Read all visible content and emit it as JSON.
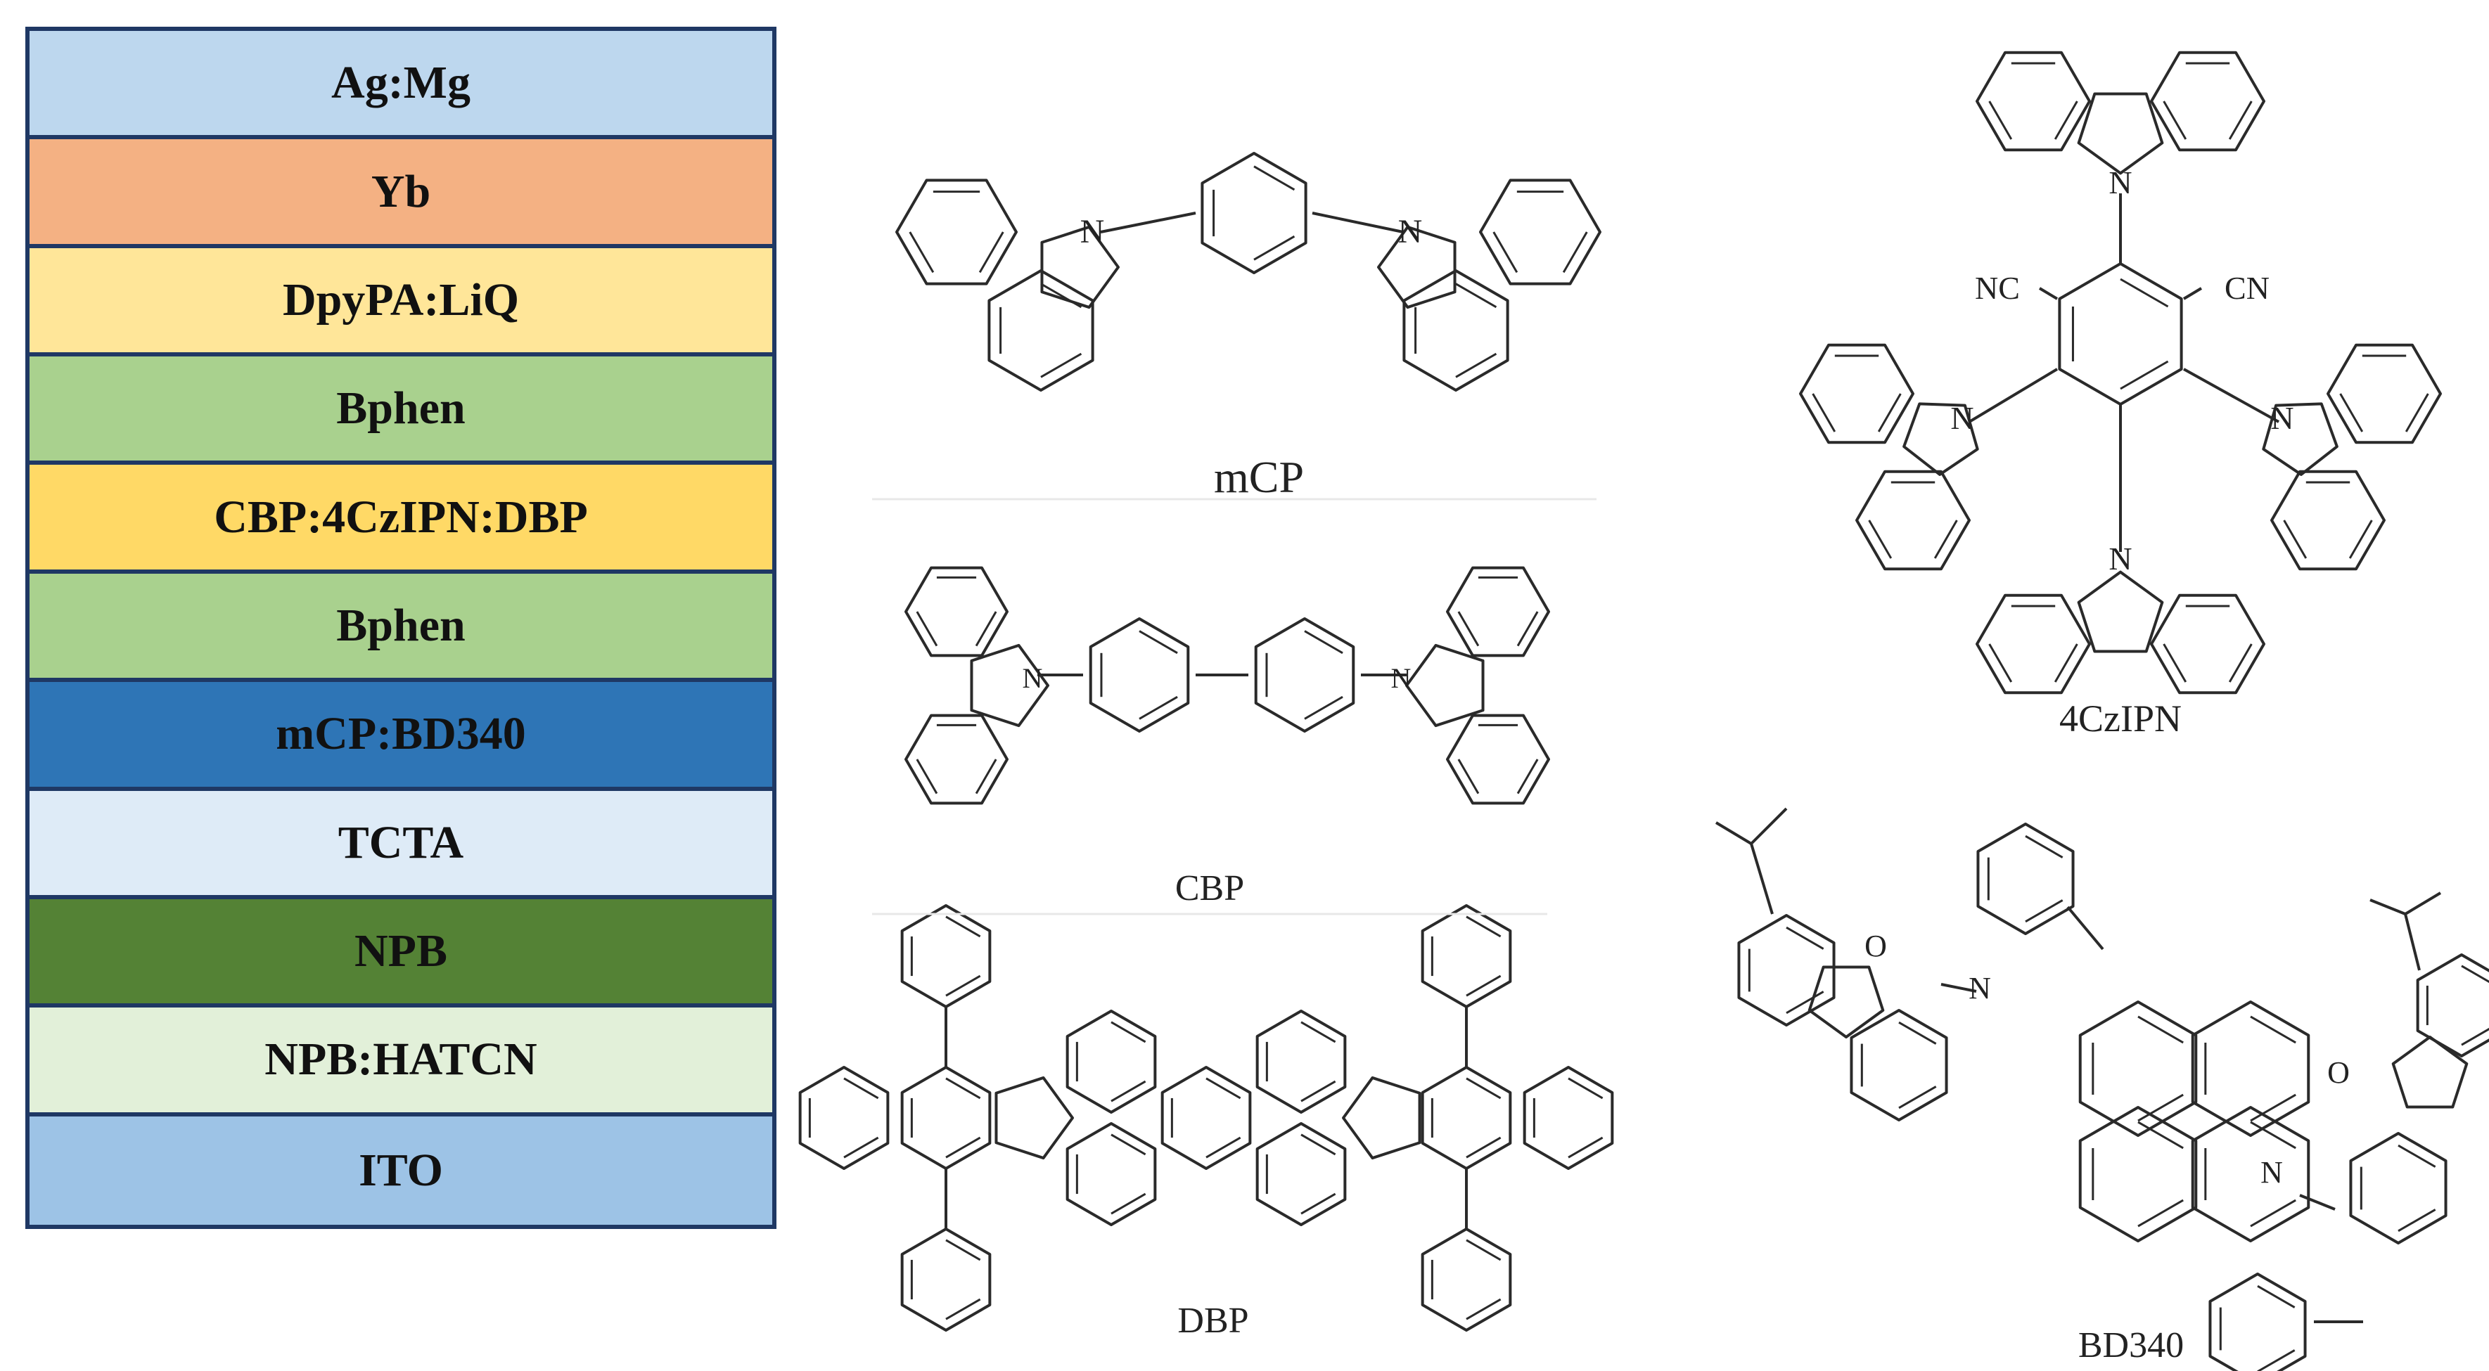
{
  "device_stack": {
    "layers": [
      {
        "label": "Ag:Mg",
        "color": "#bdd7ee"
      },
      {
        "label": "Yb",
        "color": "#f4b183"
      },
      {
        "label": "DpyPA:LiQ",
        "color": "#ffe699"
      },
      {
        "label": "Bphen",
        "color": "#a9d18e"
      },
      {
        "label": "CBP:4CzIPN:DBP",
        "color": "#ffd966"
      },
      {
        "label": "Bphen",
        "color": "#a9d18e"
      },
      {
        "label": "mCP:BD340",
        "color": "#2e75b6"
      },
      {
        "label": "TCTA",
        "color": "#deebf7"
      },
      {
        "label": "NPB",
        "color": "#548235"
      },
      {
        "label": "NPB:HATCN",
        "color": "#e2f0d9"
      },
      {
        "label": "ITO",
        "color": "#9dc3e6"
      }
    ]
  },
  "molecules": {
    "mcp": {
      "name": "mCP",
      "atoms": [
        "N",
        "N"
      ]
    },
    "cbp": {
      "name": "CBP",
      "atoms": [
        "N",
        "N"
      ]
    },
    "dbp": {
      "name": "DBP"
    },
    "czipn": {
      "name": "4CzIPN",
      "atoms": [
        "N",
        "N",
        "N",
        "N"
      ],
      "groups": [
        "NC",
        "CN"
      ]
    },
    "bd340": {
      "name": "BD340",
      "atoms": [
        "N",
        "N",
        "O",
        "O"
      ]
    }
  }
}
